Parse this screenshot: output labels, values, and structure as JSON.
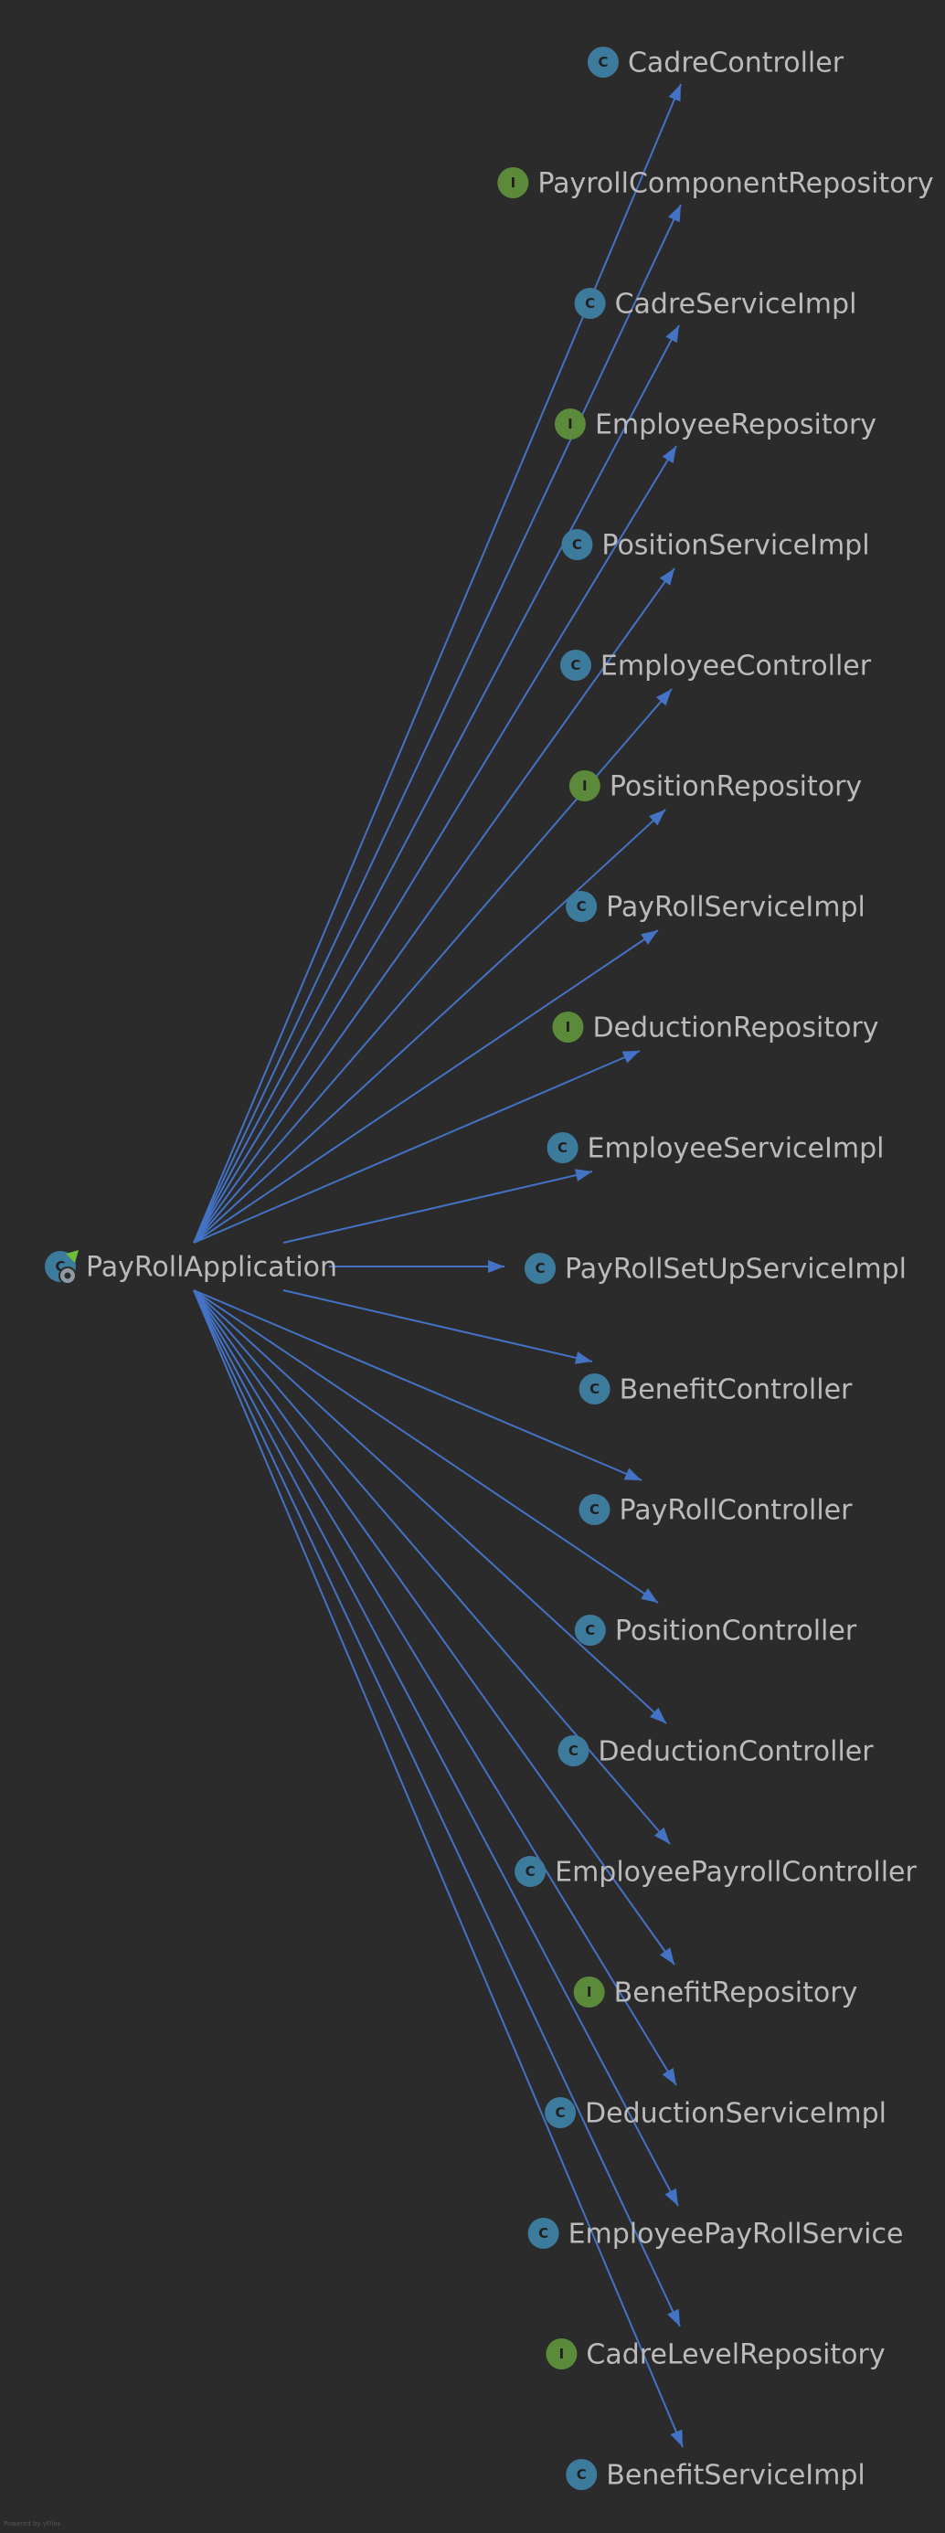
{
  "root": {
    "label": "PayRollApplication",
    "icon": "spring-boot-class-icon"
  },
  "nodes": [
    {
      "label": "CadreController",
      "kind": "C"
    },
    {
      "label": "PayrollComponentRepository",
      "kind": "I"
    },
    {
      "label": "CadreServiceImpl",
      "kind": "C"
    },
    {
      "label": "EmployeeRepository",
      "kind": "I"
    },
    {
      "label": "PositionServiceImpl",
      "kind": "C"
    },
    {
      "label": "EmployeeController",
      "kind": "C"
    },
    {
      "label": "PositionRepository",
      "kind": "I"
    },
    {
      "label": "PayRollServiceImpl",
      "kind": "C"
    },
    {
      "label": "DeductionRepository",
      "kind": "I"
    },
    {
      "label": "EmployeeServiceImpl",
      "kind": "C"
    },
    {
      "label": "PayRollSetUpServiceImpl",
      "kind": "C"
    },
    {
      "label": "BenefitController",
      "kind": "C"
    },
    {
      "label": "PayRollController",
      "kind": "C"
    },
    {
      "label": "PositionController",
      "kind": "C"
    },
    {
      "label": "DeductionController",
      "kind": "C"
    },
    {
      "label": "EmployeePayrollController",
      "kind": "C"
    },
    {
      "label": "BenefitRepository",
      "kind": "I"
    },
    {
      "label": "DeductionServiceImpl",
      "kind": "C"
    },
    {
      "label": "EmployeePayRollService",
      "kind": "C"
    },
    {
      "label": "CadreLevelRepository",
      "kind": "I"
    },
    {
      "label": "BenefitServiceImpl",
      "kind": "C"
    }
  ],
  "colors": {
    "background": "#2b2b2b",
    "edge": "#4472c4",
    "label": "#bbbbbb",
    "class_badge": "#3d7b9c",
    "interface_badge": "#5a8a3a",
    "spring_leaf": "#6cbf3a"
  },
  "watermark": "Powered by yFiles"
}
